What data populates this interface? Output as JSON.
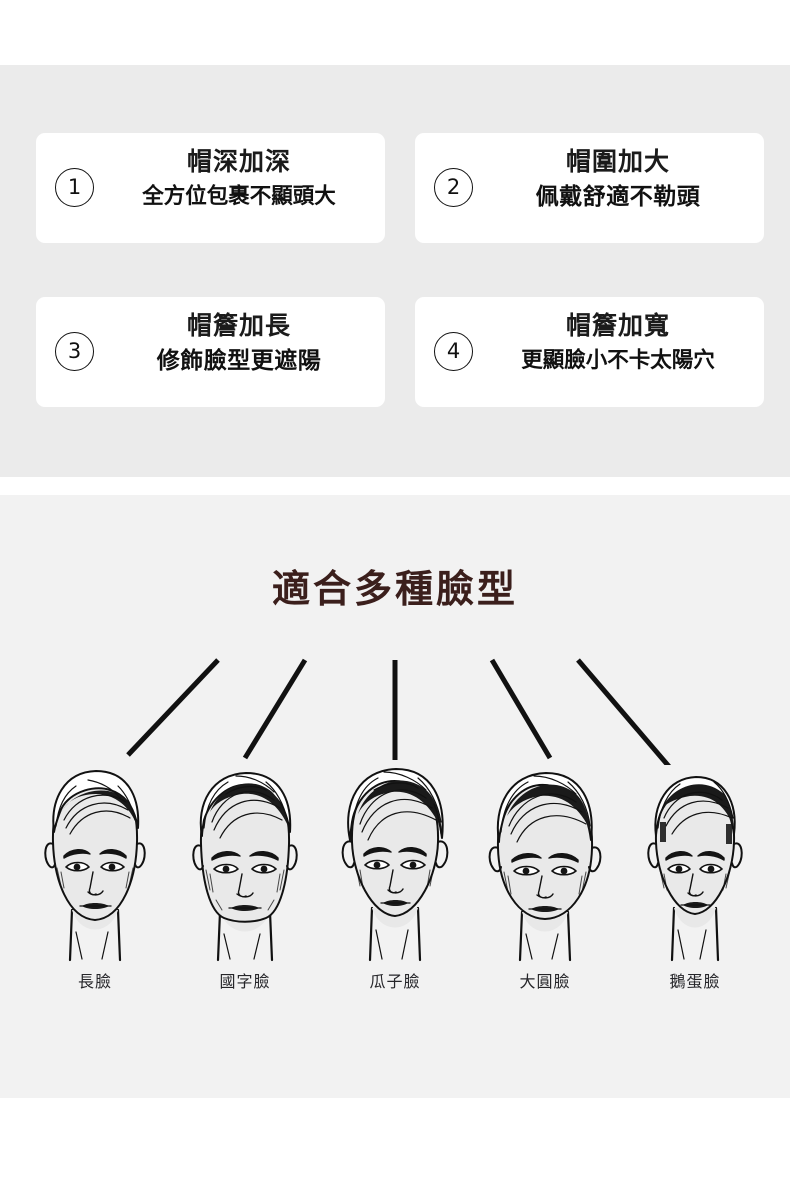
{
  "theme": {
    "page_bg": "#ffffff",
    "features_bg": "#ebebeb",
    "faces_bg": "#f2f2f2",
    "card_bg": "#ffffff",
    "text_dark": "#111111",
    "heading_color": "#3b1f1c",
    "line_color": "#111111"
  },
  "features": {
    "cards": [
      {
        "number": "1",
        "title": "帽深加深",
        "subtitle": "全方位包裹不顯頭大"
      },
      {
        "number": "2",
        "title": "帽圍加大",
        "subtitle": "佩戴舒適不勒頭"
      },
      {
        "number": "3",
        "title": "帽簷加長",
        "subtitle": "修飾臉型更遮陽"
      },
      {
        "number": "4",
        "title": "帽簷加寬",
        "subtitle": "更顯臉小不卡太陽穴"
      }
    ]
  },
  "faces": {
    "heading": "適合多種臉型",
    "items": [
      {
        "label": "長臉"
      },
      {
        "label": "國字臉"
      },
      {
        "label": "瓜子臉"
      },
      {
        "label": "大圓臉"
      },
      {
        "label": "鵝蛋臉"
      }
    ]
  }
}
